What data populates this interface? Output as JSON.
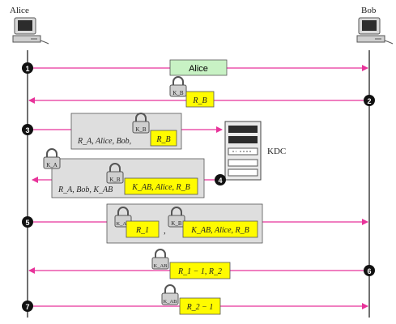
{
  "participants": {
    "alice": "Alice",
    "bob": "Bob",
    "kdc": "KDC"
  },
  "colors": {
    "arrow": "#e8339a",
    "msg_green": "#c8f2c4",
    "key_yellow": "#fffb00",
    "panel_gray": "#dedede",
    "step_badge": "#111111"
  },
  "steps": {
    "s1": "1",
    "s2": "2",
    "s3": "3",
    "s4": "4",
    "s5": "5",
    "s6": "6",
    "s7": "7"
  },
  "messages": {
    "m1": {
      "text": "Alice"
    },
    "m2": {
      "lock": "K_B",
      "box": "R_B"
    },
    "m3": {
      "text": "R_A, Alice, Bob,",
      "lock": "K_B",
      "box": "R_B"
    },
    "m4": {
      "outer_lock": "K_A",
      "text": "R_A, Bob, K_AB",
      "lock": "K_B",
      "box": "K_AB, Alice, R_B"
    },
    "m5": {
      "lock1": "K_AB",
      "box1": "R_1",
      "sep": ",",
      "lock2": "K_B",
      "box2": "K_AB, Alice, R_B"
    },
    "m6": {
      "lock": "K_AB",
      "box": "R_1 − 1, R_2"
    },
    "m7": {
      "lock": "K_AB",
      "box": "R_2 − 1"
    }
  },
  "icons": [
    "computer-icon",
    "server-icon",
    "padlock-icon"
  ]
}
